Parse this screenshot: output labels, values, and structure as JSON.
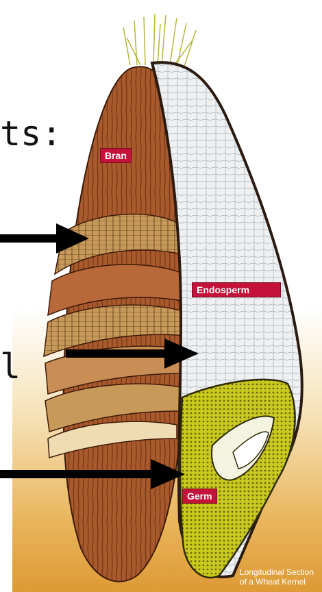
{
  "text_fragments": {
    "top": "ts:",
    "middle": "l"
  },
  "labels": {
    "bran": "Bran",
    "endosperm": "Endosperm",
    "germ": "Germ"
  },
  "caption": {
    "line1": "Longitudinal Section",
    "line2": "of a Wheat Kernel"
  },
  "colors": {
    "bran": "#a8562c",
    "endosperm": "#e9ecee",
    "germ": "#c7c51e",
    "label_bg": "#c4123a",
    "arrow": "#000000"
  }
}
